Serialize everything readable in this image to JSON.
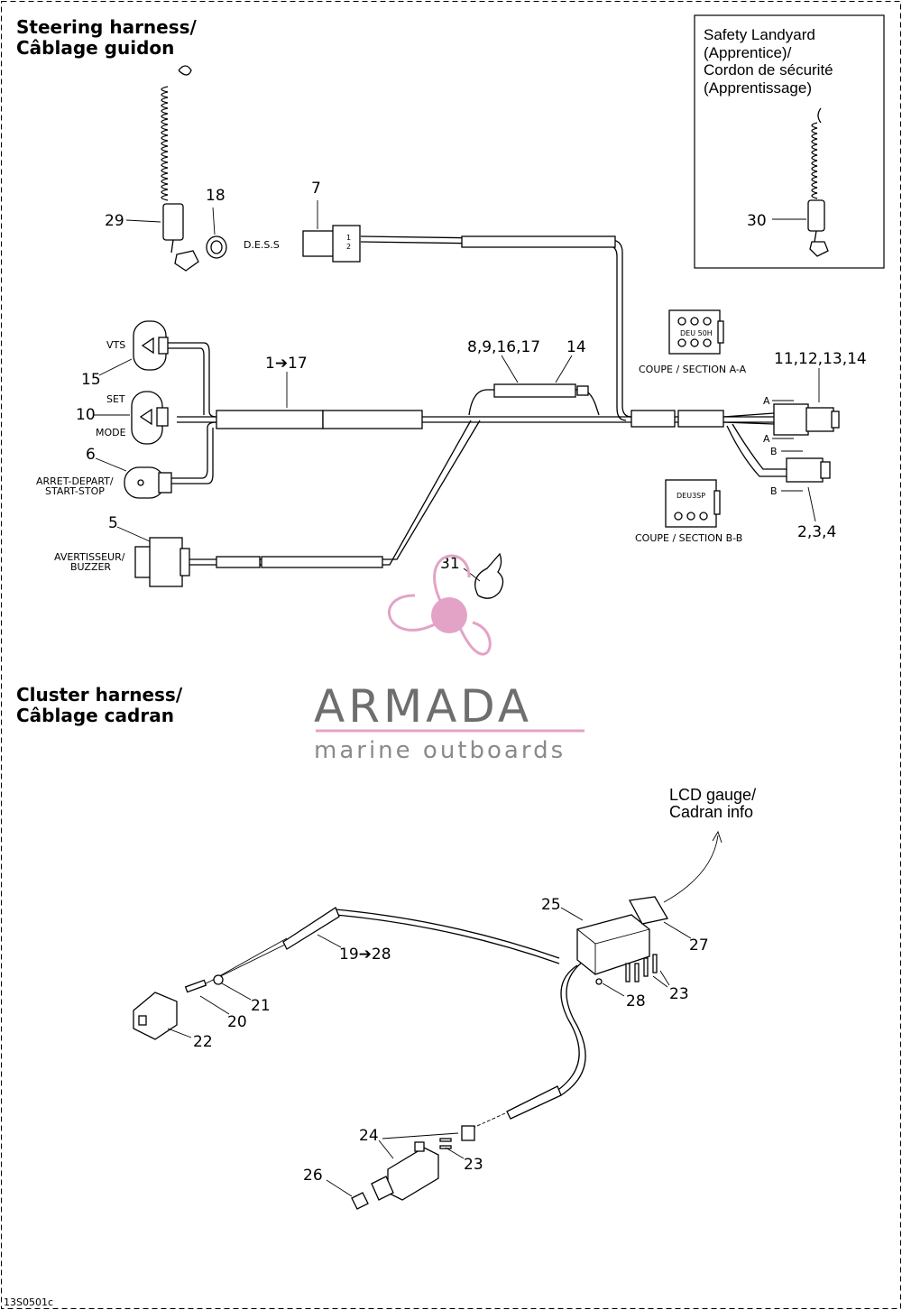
{
  "sections": {
    "steering": {
      "title_line1": "Steering harness/",
      "title_line2": "Câblage guidon"
    },
    "cluster": {
      "title_line1": "Cluster harness/",
      "title_line2": "Câblage cadran"
    }
  },
  "safety_box": {
    "line1": "Safety Landyard",
    "line2": "(Apprentice)/",
    "line3": "Cordon de sécurité",
    "line4": "(Apprentissage)",
    "callout": "30"
  },
  "lcd": {
    "line1": "LCD gauge/",
    "line2": "Cadran info"
  },
  "component_labels": {
    "dess": "D.E.S.S",
    "vts": "VTS",
    "set": "SET",
    "mode": "MODE",
    "arret_depart": "ARRET-DEPART/",
    "start_stop": "START-STOP",
    "avertisseur": "AVERTISSEUR/",
    "buzzer": "BUZZER",
    "section_a": "COUPE / SECTION A-A",
    "section_b": "COUPE / SECTION B-B",
    "a": "A",
    "b": "B"
  },
  "callouts": {
    "c29": "29",
    "c18": "18",
    "c7": "7",
    "c1_17": "1➔17",
    "c8_17": "8,9,16,17",
    "c14": "14",
    "c15": "15",
    "c10": "10",
    "c6": "6",
    "c5": "5",
    "c31": "31",
    "c11_14": "11,12,13,14",
    "c2_4": "2,3,4",
    "c25": "25",
    "c27": "27",
    "c19_28": "19➔28",
    "c21": "21",
    "c20": "20",
    "c22": "22",
    "c28": "28",
    "c23a": "23",
    "c24": "24",
    "c23b": "23",
    "c26": "26"
  },
  "watermark": {
    "brand": "ARMADA",
    "tagline": "marine outboards",
    "accent_color": "#e3a3c6"
  },
  "footer": {
    "code": "13S0501c"
  }
}
